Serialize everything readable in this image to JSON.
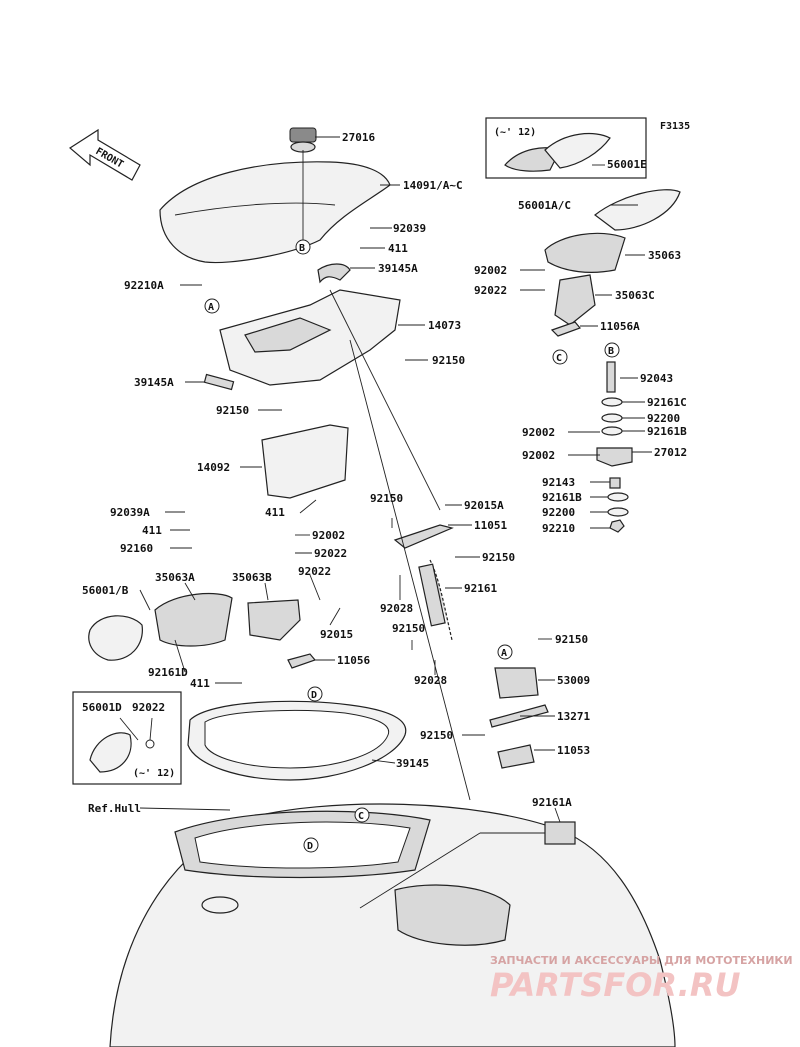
{
  "figure_code": "F3135",
  "front_label": "FRONT",
  "ref_hull": "Ref.Hull",
  "variant_note_top": "(~' 12)",
  "variant_note_bottom": "(~' 12)",
  "callouts": [
    "A",
    "B",
    "C",
    "D"
  ],
  "parts": [
    "27016",
    "14091/A~C",
    "92039",
    "411",
    "39145A",
    "92210A",
    "14073",
    "92150",
    "39145A",
    "92150",
    "14092",
    "411",
    "56001E",
    "56001A/C",
    "35063",
    "92002",
    "92022",
    "35063C",
    "11056A",
    "92043",
    "92161C",
    "92200",
    "92002",
    "92161B",
    "92002",
    "27012",
    "92143",
    "92161B",
    "92200",
    "92210",
    "92039A",
    "411",
    "92160",
    "56001/B",
    "35063A",
    "35063B",
    "92002",
    "92022",
    "92022",
    "92015",
    "11056",
    "92161D",
    "411",
    "92150",
    "92015A",
    "11051",
    "92150",
    "92161",
    "92028",
    "92150",
    "92028",
    "92150",
    "53009",
    "13271",
    "92150",
    "11053",
    "56001D",
    "92022",
    "39145",
    "92161A"
  ],
  "watermark": {
    "tagline": "ЗАПЧАСТИ И АКСЕССУАРЫ ДЛЯ МОТОТЕХНИКИ",
    "brand": "PARTSFOR.RU"
  }
}
